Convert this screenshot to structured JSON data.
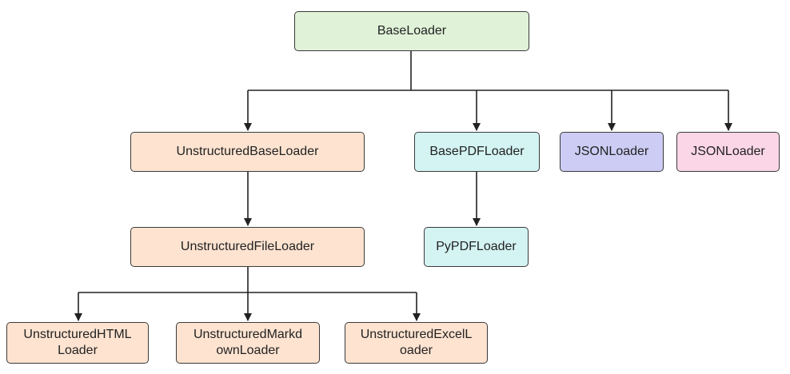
{
  "nodes": {
    "base_loader": {
      "label": "BaseLoader",
      "color": "#e0f2d8"
    },
    "unstructured_base_loader": {
      "label": "UnstructuredBaseLoader",
      "color": "#fde3d0"
    },
    "base_pdf_loader": {
      "label": "BasePDFLoader",
      "color": "#d4f3f3"
    },
    "json_loader_1": {
      "label": "JSONLoader",
      "color": "#ccccf5"
    },
    "json_loader_2": {
      "label": "JSONLoader",
      "color": "#fbd6e6"
    },
    "unstructured_file_loader": {
      "label": "UnstructuredFileLoader",
      "color": "#fde3d0"
    },
    "pypdf_loader": {
      "label": "PyPDFLoader",
      "color": "#d4f3f3"
    },
    "unstructured_html_loader": {
      "label_line1": "UnstructuredHTML",
      "label_line2": "Loader",
      "color": "#fde3d0"
    },
    "unstructured_markdown_loader": {
      "label_line1": "UnstructuredMarkd",
      "label_line2": "ownLoader",
      "color": "#fde3d0"
    },
    "unstructured_excel_loader": {
      "label_line1": "UnstructuredExcelL",
      "label_line2": "oader",
      "color": "#fde3d0"
    }
  },
  "edges": [
    {
      "from": "BaseLoader",
      "to": "UnstructuredBaseLoader"
    },
    {
      "from": "BaseLoader",
      "to": "BasePDFLoader"
    },
    {
      "from": "BaseLoader",
      "to": "JSONLoader"
    },
    {
      "from": "BaseLoader",
      "to": "JSONLoader"
    },
    {
      "from": "UnstructuredBaseLoader",
      "to": "UnstructuredFileLoader"
    },
    {
      "from": "BasePDFLoader",
      "to": "PyPDFLoader"
    },
    {
      "from": "UnstructuredFileLoader",
      "to": "UnstructuredHTMLLoader"
    },
    {
      "from": "UnstructuredFileLoader",
      "to": "UnstructuredMarkdownLoader"
    },
    {
      "from": "UnstructuredFileLoader",
      "to": "UnstructuredExcelLoader"
    }
  ]
}
